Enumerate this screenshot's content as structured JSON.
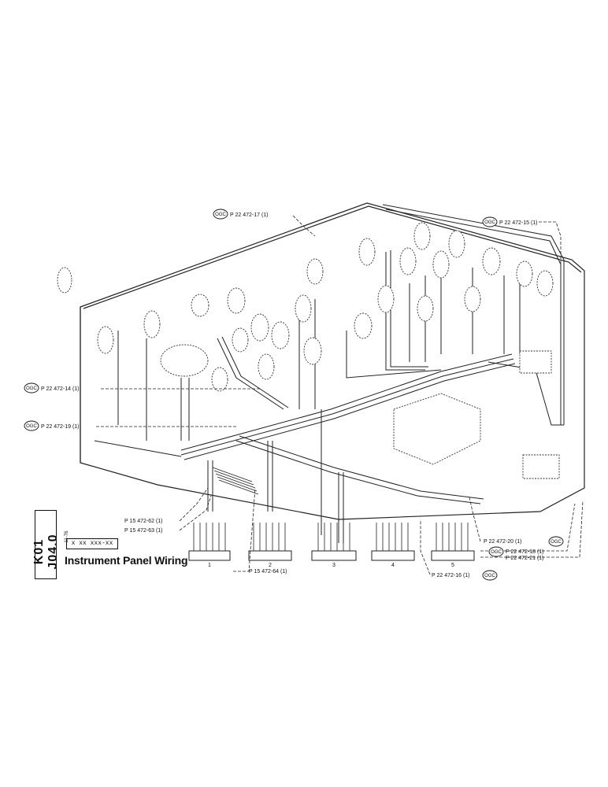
{
  "title_block": {
    "code": "K01 J04.0",
    "date": "11-76",
    "part_number": "x xx xxx-xx",
    "title": "Instrument Panel Wiring"
  },
  "ogc_badge": "OGC",
  "callouts": {
    "p17": "P 22 472-17 (1)",
    "p15": "P 22 472-15 (1)",
    "p14": "P 22 472-14 (1)",
    "p19": "P 22 472-19 (1)",
    "p62": "P 15 472-62 (1)",
    "p63": "P 15 472-63 (1)",
    "p64": "P 15 472-64 (1)",
    "p20": "P 22 472-20 (1)",
    "p18": "P 22 472-18 (1)",
    "p21": "P 22 472-21 (1)",
    "p16": "P 22 472-16 (1)"
  },
  "connectors": [
    "1",
    "2",
    "3",
    "4",
    "5"
  ]
}
